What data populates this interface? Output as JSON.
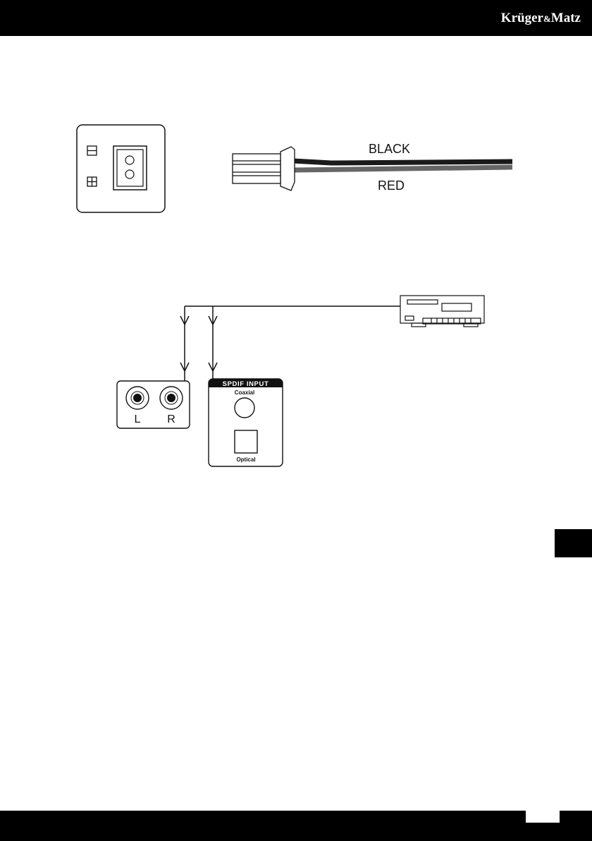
{
  "header": {
    "brand_main": "Krüger",
    "brand_amp": "&",
    "brand_end": "Matz"
  },
  "cable": {
    "black_label": "BLACK",
    "red_label": "RED"
  },
  "rca_panel": {
    "left_label": "L",
    "right_label": "R"
  },
  "spdif_panel": {
    "title": "SPDIF INPUT",
    "coaxial_label": "Coaxial",
    "optical_label": "Optical"
  },
  "colors": {
    "bar": "#000000",
    "red_wire": "#666666",
    "black_wire": "#1a1a1a"
  }
}
